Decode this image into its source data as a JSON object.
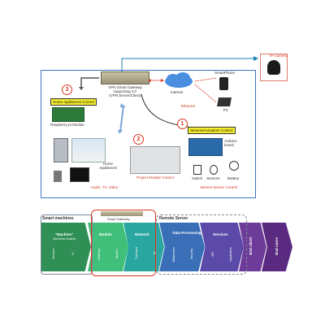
{
  "top": {
    "ip_camera": "IP Camera",
    "gateway_lines": [
      "VPN Smart Gateway",
      "supporting IoT",
      "(VPN Server/Client)"
    ],
    "internet": "Internet",
    "ethernet": "Ethernet",
    "smartphone": "SmartPhone",
    "pc": "PC",
    "home_appliances_control": "Home Appliances Control",
    "raspberry_module": "Raspberry-pi Module",
    "sensors_control": "Sensors/Actuators Control",
    "arduino_board": "Arduino board",
    "home_appliances": "Home Appliances",
    "audio_tv_video": "Audio, TV, Video",
    "project_module_control": "Project Module Control",
    "switch": "Switch",
    "sensors": "Sensors",
    "battery": "Battery",
    "various_sensor_control": "Various Sensor Control",
    "badges": [
      "3",
      "2",
      "1"
    ]
  },
  "bottom": {
    "smart_machines": "Smart machines",
    "smart_gateway": "Smart Gateway",
    "remote_server": "Remote Server",
    "machine_title": "\"Machine\"",
    "machine_sub": "(Arduino board)",
    "module": "Module",
    "network": "Network",
    "data_processing": "Data Processing",
    "services": "Services",
    "end_client": "End client",
    "end_users": "End users",
    "sub_sensors": "Sensors",
    "sub_ic": "IC",
    "sub_gateway": "Gateway",
    "sub_modem": "Modem",
    "sub_transport": "Transport",
    "sub_ip": "Ip",
    "sub_middleware": "Middleware",
    "sub_security": "Security",
    "sub_api": "API",
    "sub_application": "Application"
  },
  "colors": {
    "green_dark": "#2f8f55",
    "green_light": "#3fbf7a",
    "teal": "#29a6a0",
    "blue": "#3a6fb8",
    "indigo": "#5b4aa8",
    "purple": "#6d3b98",
    "red_badge": "#d9351e",
    "yellow": "#f7ee2b"
  }
}
